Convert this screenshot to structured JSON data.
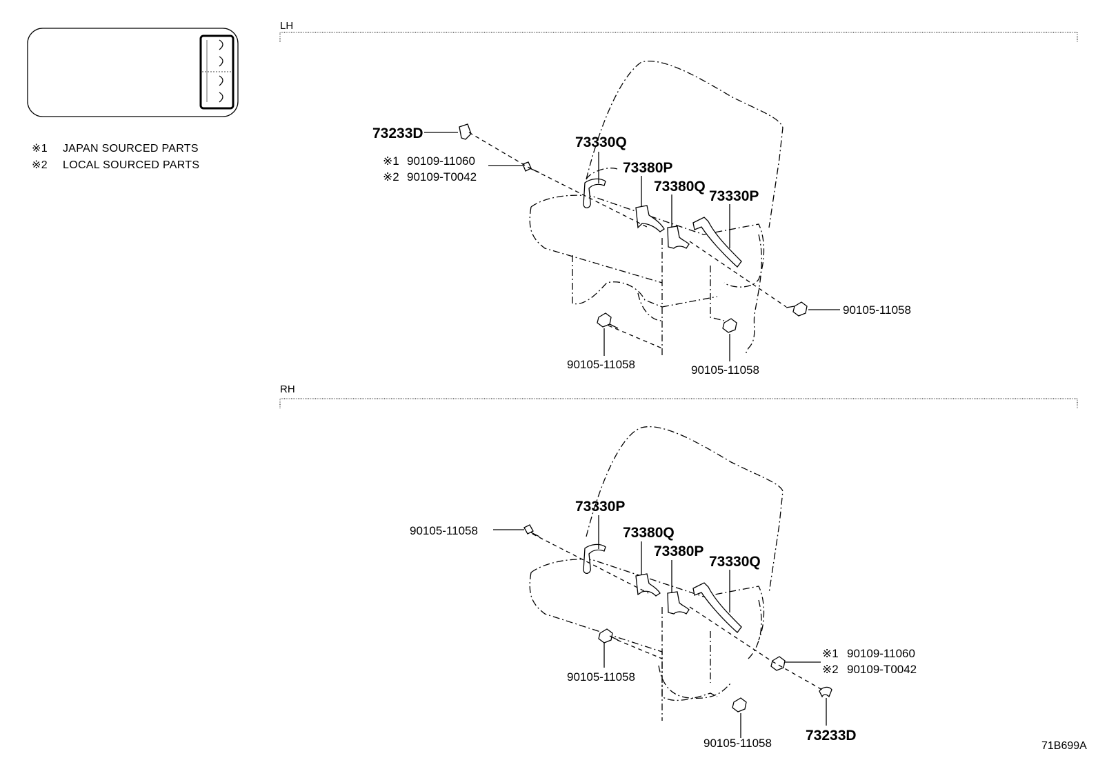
{
  "legend": {
    "items": [
      {
        "mark": "※1",
        "text": "JAPAN SOURCED PARTS"
      },
      {
        "mark": "※2",
        "text": "LOCAL SOURCED PARTS"
      }
    ]
  },
  "lh": {
    "title": "LH",
    "p73233d": "73233D",
    "bolt_j_mark": "※1",
    "bolt_j": "90109-11060",
    "bolt_l_mark": "※2",
    "bolt_l": "90109-T0042",
    "p73330q": "73330Q",
    "p73380p": "73380P",
    "p73380q": "73380Q",
    "p73330p": "73330P",
    "bolt_right": "90105-11058",
    "bolt_bottom_left": "90105-11058",
    "bolt_bottom_right": "90105-11058"
  },
  "rh": {
    "title": "RH",
    "bolt_left": "90105-11058",
    "p73330p": "73330P",
    "p73380q": "73380Q",
    "p73380p": "73380P",
    "p73330q": "73330Q",
    "bolt_j_mark": "※1",
    "bolt_j": "90109-11060",
    "bolt_l_mark": "※2",
    "bolt_l": "90109-T0042",
    "p73233d": "73233D",
    "bolt_bottom_left": "90105-11058",
    "bolt_bottom_right": "90105-11058"
  },
  "ref_code": "71B699A"
}
